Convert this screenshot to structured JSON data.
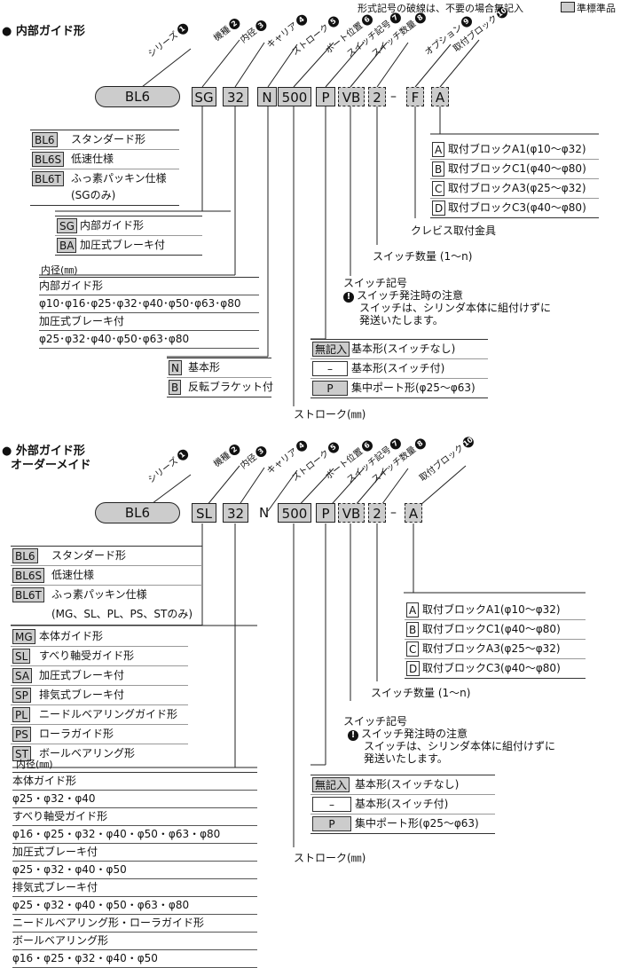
{
  "header": {
    "note": "形式記号の破線は、不要の場合無記入",
    "legend": "準標準品"
  },
  "section1": {
    "title": "内部ガイド形",
    "labels": [
      {
        "text": "シリーズ",
        "num": "1"
      },
      {
        "text": "機種",
        "num": "2"
      },
      {
        "text": "内径",
        "num": "3"
      },
      {
        "text": "キャリア",
        "num": "4"
      },
      {
        "text": "ストローク",
        "num": "5"
      },
      {
        "text": "ポート位置",
        "num": "6"
      },
      {
        "text": "スイッチ記号",
        "num": "7"
      },
      {
        "text": "スイッチ数量",
        "num": "8"
      },
      {
        "text": "オプション",
        "num": "9"
      },
      {
        "text": "取付ブロック",
        "num": "10"
      }
    ],
    "code": [
      "BL6",
      "SG",
      "32",
      "N",
      "500",
      "P",
      "VB",
      "2",
      "–",
      "F",
      "A"
    ],
    "series": [
      {
        "code": "BL6",
        "label": "スタンダード形"
      },
      {
        "code": "BL6S",
        "label": "低速仕様"
      },
      {
        "code": "BL6T",
        "label": "ふっ素パッキン仕様"
      }
    ],
    "series_note": "(SGのみ)",
    "model": [
      {
        "code": "SG",
        "label": "内部ガイド形"
      },
      {
        "code": "BA",
        "label": "加圧式ブレーキ付"
      }
    ],
    "bore": {
      "title": "内径(㎜)",
      "rows": [
        "内部ガイド形",
        "φ10･φ16･φ25･φ32･φ40･φ50･φ63･φ80",
        "加圧式ブレーキ付",
        "φ25･φ32･φ40･φ50･φ63･φ80"
      ]
    },
    "carrier": [
      {
        "code": "N",
        "label": "基本形"
      },
      {
        "code": "B",
        "label": "反転ブラケット付"
      }
    ],
    "stroke": "ストローク(㎜)",
    "port": [
      {
        "code": "無記入",
        "label": "基本形(スイッチなし)"
      },
      {
        "code": "–",
        "label": "基本形(スイッチ付)"
      },
      {
        "code": "P",
        "label": "集中ポート形(φ25～φ63)"
      }
    ],
    "switch_symbol": "スイッチ記号",
    "switch_note1": "スイッチ発注時の注意",
    "switch_note2": "スイッチは、シリンダ本体に組付けずに",
    "switch_note3": "発送いたします。",
    "switch_qty": "スイッチ数量 (1～n)",
    "option": "クレビス取付金具",
    "mount": [
      {
        "code": "A",
        "label": "取付ブロックA1(φ10～φ32)"
      },
      {
        "code": "B",
        "label": "取付ブロックC1(φ40～φ80)"
      },
      {
        "code": "C",
        "label": "取付ブロックA3(φ25～φ32)"
      },
      {
        "code": "D",
        "label": "取付ブロックC3(φ40～φ80)"
      }
    ]
  },
  "section2": {
    "title1": "外部ガイド形",
    "title2": "オーダーメイド",
    "labels": [
      {
        "text": "シリーズ",
        "num": "1"
      },
      {
        "text": "機種",
        "num": "2"
      },
      {
        "text": "内径",
        "num": "3"
      },
      {
        "text": "キャリア",
        "num": "4"
      },
      {
        "text": "ストローク",
        "num": "5"
      },
      {
        "text": "ポート位置",
        "num": "6"
      },
      {
        "text": "スイッチ記号",
        "num": "7"
      },
      {
        "text": "スイッチ数量",
        "num": "8"
      },
      {
        "text": "取付ブロック",
        "num": "10"
      }
    ],
    "code": [
      "BL6",
      "SL",
      "32",
      "N",
      "500",
      "P",
      "VB",
      "2",
      "–",
      "A"
    ],
    "series": [
      {
        "code": "BL6",
        "label": "スタンダード形"
      },
      {
        "code": "BL6S",
        "label": "低速仕様"
      },
      {
        "code": "BL6T",
        "label": "ふっ素パッキン仕様"
      }
    ],
    "series_note": "(MG、SL、PL、PS、STのみ)",
    "model": [
      {
        "code": "MG",
        "label": "本体ガイド形"
      },
      {
        "code": "SL",
        "label": "すべり軸受ガイド形"
      },
      {
        "code": "SA",
        "label": "加圧式ブレーキ付"
      },
      {
        "code": "SP",
        "label": "排気式ブレーキ付"
      },
      {
        "code": "PL",
        "label": "ニードルベアリングガイド形"
      },
      {
        "code": "PS",
        "label": "ローラガイド形"
      },
      {
        "code": "ST",
        "label": "ボールベアリング形"
      }
    ],
    "bore": {
      "title": "内径(㎜)",
      "rows": [
        "本体ガイド形",
        "φ25・φ32・φ40",
        "すべり軸受ガイド形",
        "φ16・φ25・φ32・φ40・φ50・φ63・φ80",
        "加圧式ブレーキ付",
        "φ25・φ32・φ40・φ50",
        "排気式ブレーキ付",
        "φ25・φ32・φ40・φ50・φ63・φ80",
        "ニードルベアリング形・ローラガイド形",
        "ボールベアリング形",
        "φ16・φ25・φ32・φ40・φ50"
      ]
    },
    "stroke": "ストローク(㎜)",
    "port": [
      {
        "code": "無記入",
        "label": "基本形(スイッチなし)"
      },
      {
        "code": "–",
        "label": "基本形(スイッチ付)"
      },
      {
        "code": "P",
        "label": "集中ポート形(φ25～φ63)"
      }
    ],
    "switch_symbol": "スイッチ記号",
    "switch_note1": "スイッチ発注時の注意",
    "switch_note2": "スイッチは、シリンダ本体に組付けずに",
    "switch_note3": "発送いたします。",
    "switch_qty": "スイッチ数量 (1～n)",
    "mount": [
      {
        "code": "A",
        "label": "取付ブロックA1(φ10～φ32)"
      },
      {
        "code": "B",
        "label": "取付ブロックC1(φ40～φ80)"
      },
      {
        "code": "C",
        "label": "取付ブロックA3(φ25～φ32)"
      },
      {
        "code": "D",
        "label": "取付ブロックC3(φ40～φ80)"
      }
    ]
  }
}
